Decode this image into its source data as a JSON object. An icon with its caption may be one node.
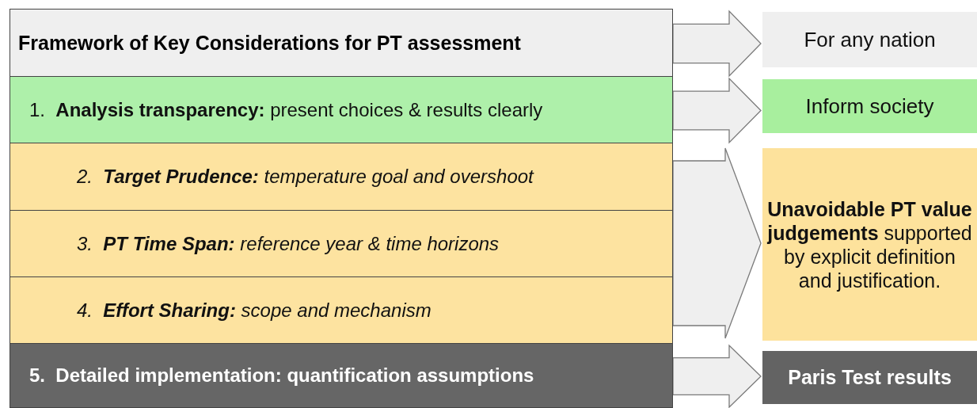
{
  "diagram": {
    "nodes": [
      {
        "text": [
          "Framework of Key Considerations for PT assessment"
        ]
      },
      {
        "text": [
          "1.  **Analysis transparency:** present choices & results clearly"
        ]
      },
      {
        "text": [
          "2.  **Target Prudence:** temperature goal and overshoot"
        ]
      },
      {
        "text": [
          "3.  **PT Time Span:** reference year & time horizons"
        ]
      },
      {
        "text": [
          "4.  **Effort Sharing:** scope and mechanism"
        ]
      },
      {
        "text": [
          "5.  Detailed implementation: quantification assumptions"
        ]
      },
      {
        "text": [
          "For any nation"
        ]
      },
      {
        "text": [
          "Inform society"
        ]
      },
      {
        "text": [
          "**Unavoidable PT value judgements** supported by explicit definition and justification."
        ]
      },
      {
        "text": [
          "Paris Test results"
        ]
      }
    ],
    "edges": [
      {
        "from": 0,
        "to": 6,
        "arrow": "to"
      },
      {
        "from": 1,
        "to": 7,
        "arrow": "to"
      },
      {
        "from": 2,
        "to": 8,
        "arrow": "to"
      },
      {
        "from": 3,
        "to": 8,
        "arrow": "to"
      },
      {
        "from": 4,
        "to": 8,
        "arrow": "to"
      },
      {
        "from": 5,
        "to": 9,
        "arrow": "to"
      }
    ]
  }
}
